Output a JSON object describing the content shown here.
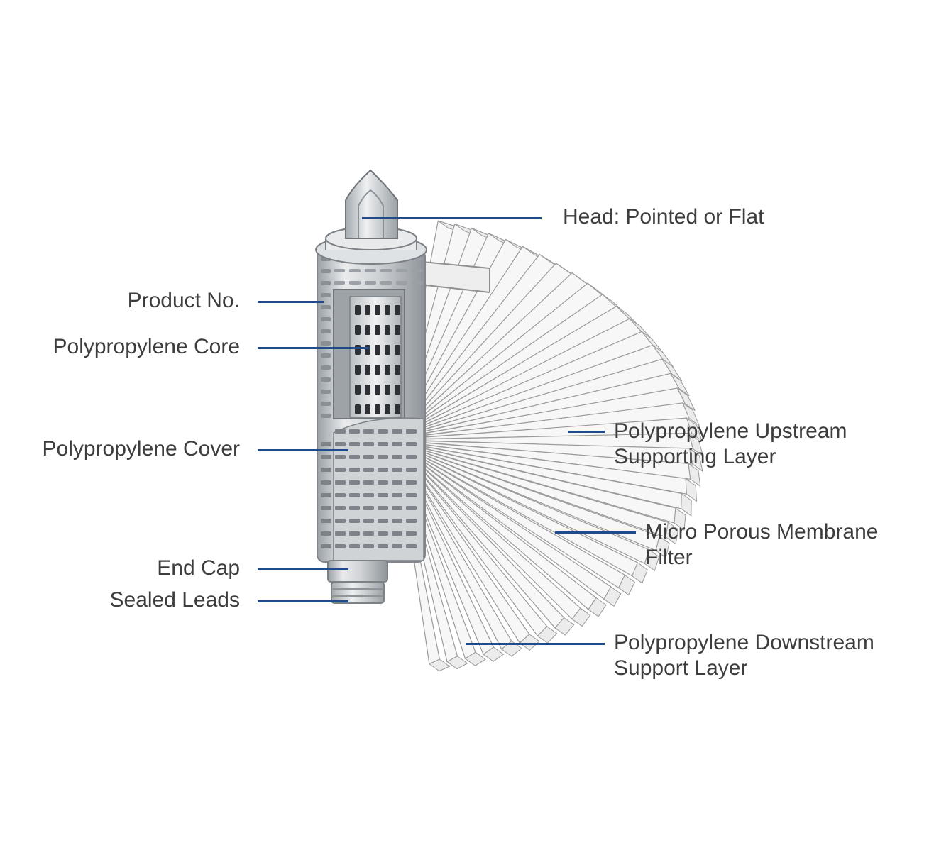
{
  "labels": {
    "head": "Head: Pointed or Flat",
    "product_no": "Product No.",
    "pp_core": "Polypropylene Core",
    "pp_cover": "Polypropylene Cover",
    "end_cap": "End Cap",
    "sealed_leads": "Sealed Leads",
    "upstream_line1": "Polypropylene Upstream",
    "upstream_line2": "Supporting Layer",
    "membrane_line1": "Micro Porous Membrane",
    "membrane_line2": "Filter",
    "downstream_line1": "Polypropylene Downstream",
    "downstream_line2": "Support Layer"
  },
  "colors": {
    "leader": "#1f4a8c",
    "text": "#3d3d3d",
    "metal_light": "#e6e8ea",
    "metal_mid": "#c4c8cc",
    "metal_dark": "#8e949a",
    "pleat_fill": "#f7f7f7",
    "pleat_stroke": "#9a9a9a"
  }
}
